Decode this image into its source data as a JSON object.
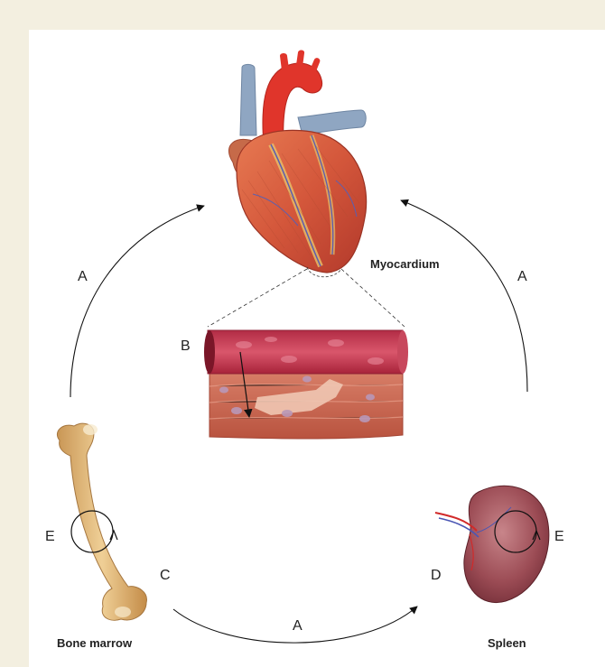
{
  "labels": {
    "myocardium": "Myocardium",
    "bone_marrow": "Bone marrow",
    "spleen": "Spleen",
    "a_left": "A",
    "a_right": "A",
    "a_bottom": "A",
    "b": "B",
    "c": "C",
    "d": "D",
    "e_left": "E",
    "e_right": "E"
  },
  "colors": {
    "background": "#f3efe0",
    "panel": "#ffffff",
    "heart_red": "#d8392e",
    "aorta": "#e0352b",
    "vein_blue": "#8fa6c2",
    "vessel_wall": "#c43a4d",
    "muscle": "#c9604c",
    "bone": "#e2b878",
    "spleen": "#9a4b52",
    "arrow": "#111111"
  }
}
